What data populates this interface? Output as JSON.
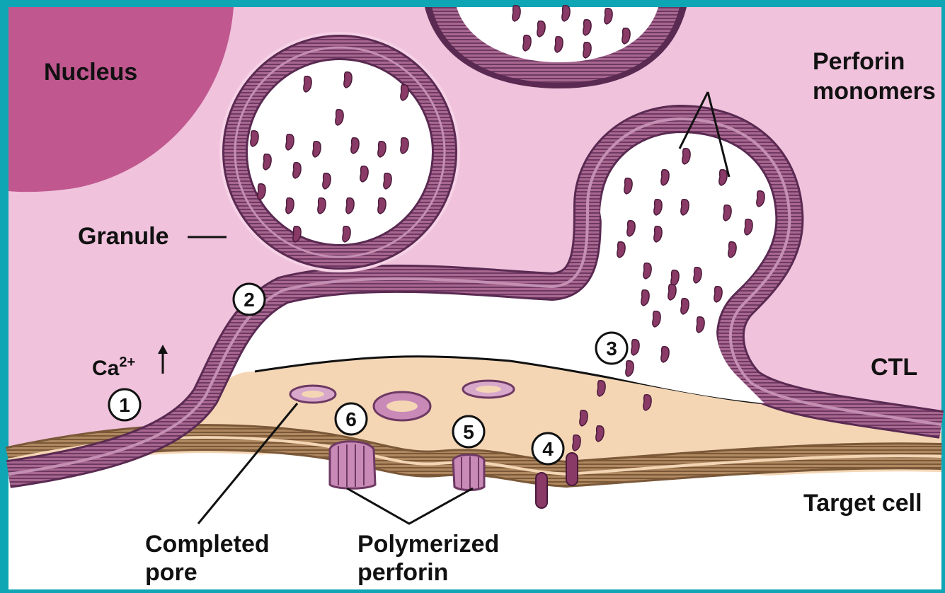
{
  "colors": {
    "frame": "#0ea5b5",
    "cytoplasm": "#f0c2dc",
    "nucleus": "#c0588f",
    "membrane": "#8a4f7a",
    "membrane_dark": "#5a2a52",
    "synapse": "#ffffff",
    "target_space": "#f4d6b5",
    "target_membrane": "#9c7350",
    "monomer": "#8a3a66",
    "pore": "#c98ab8"
  },
  "labels": {
    "nucleus": "Nucleus",
    "perforin_monomers_line1": "Perforin",
    "perforin_monomers_line2": "monomers",
    "granule": "Granule",
    "ctl": "CTL",
    "target_cell": "Target cell",
    "completed_pore_line1": "Completed",
    "completed_pore_line2": "pore",
    "polymerized_perforin_line1": "Polymerized",
    "polymerized_perforin_line2": "perforin",
    "calcium_base": "Ca",
    "calcium_sup": "2+"
  },
  "steps": [
    "1",
    "2",
    "3",
    "4",
    "5",
    "6"
  ]
}
